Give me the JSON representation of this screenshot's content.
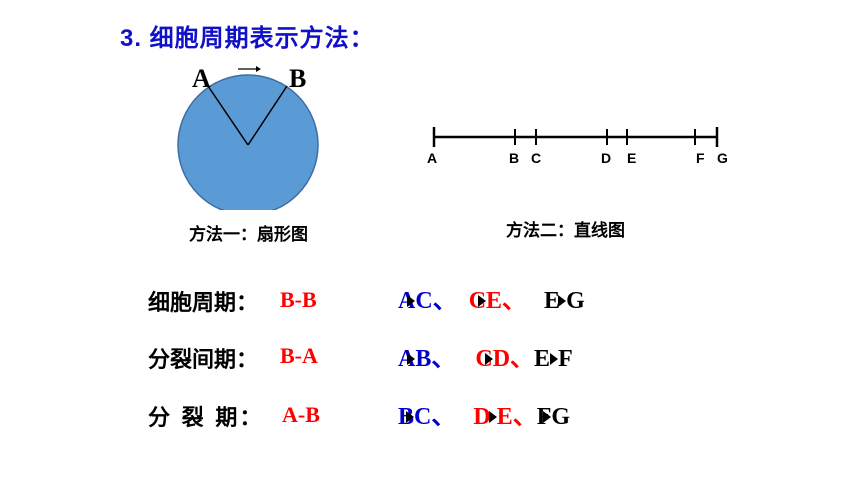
{
  "title": "3.  细胞周期表示方法：",
  "pie": {
    "label_a": "A",
    "label_b": "B",
    "arrow": "→",
    "fill_color": "#5b9bd5",
    "caption": "方法一：扇形图"
  },
  "line": {
    "ticks": [
      "A",
      "B",
      "C",
      "D",
      "E",
      "F",
      "G"
    ],
    "caption": "方法二：直线图"
  },
  "rows": [
    {
      "label": "细胞周期：",
      "value": "B-B",
      "segments": [
        {
          "from": "A",
          "to": "C",
          "sep": "、",
          "color": "blue"
        },
        {
          "from": "C",
          "to": "E",
          "sep": "、",
          "color": "red"
        },
        {
          "from": "E",
          "to": "G",
          "sep": "",
          "color": "black"
        }
      ]
    },
    {
      "label": "分裂间期：",
      "value": "B-A",
      "segments": [
        {
          "from": "A",
          "to": "B",
          "sep": "、",
          "color": "blue"
        },
        {
          "from": "C",
          "to": "D",
          "sep": "、",
          "color": "red"
        },
        {
          "from": "E",
          "to": "F",
          "sep": "",
          "color": "black"
        }
      ]
    },
    {
      "label": "分 裂 期：",
      "value": "A-B",
      "segments": [
        {
          "from": "B",
          "to": "C",
          "sep": "、",
          "color": "blue"
        },
        {
          "from": "D",
          "to": "E",
          "sep": "、",
          "color": "red"
        },
        {
          "from": "F",
          "to": "G",
          "sep": "",
          "color": "black"
        }
      ]
    }
  ]
}
